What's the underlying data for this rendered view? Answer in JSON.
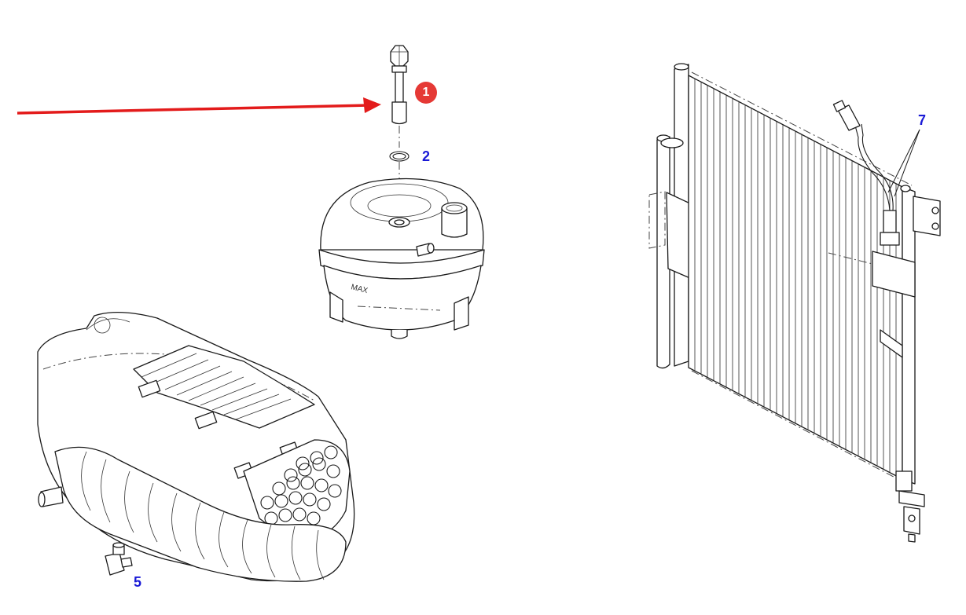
{
  "callouts": {
    "badge_1": "1",
    "label_2": "2",
    "label_5": "5",
    "label_7": "7"
  },
  "tank_marking": "MAX",
  "colors": {
    "arrow": "#e31b1b",
    "badge": "#e53935",
    "callout_text": "#1a1ad6",
    "line": "#1a1a1a"
  },
  "icons": {
    "arrow": "red-pointer-arrow",
    "badge": "numbered-circle-badge"
  }
}
